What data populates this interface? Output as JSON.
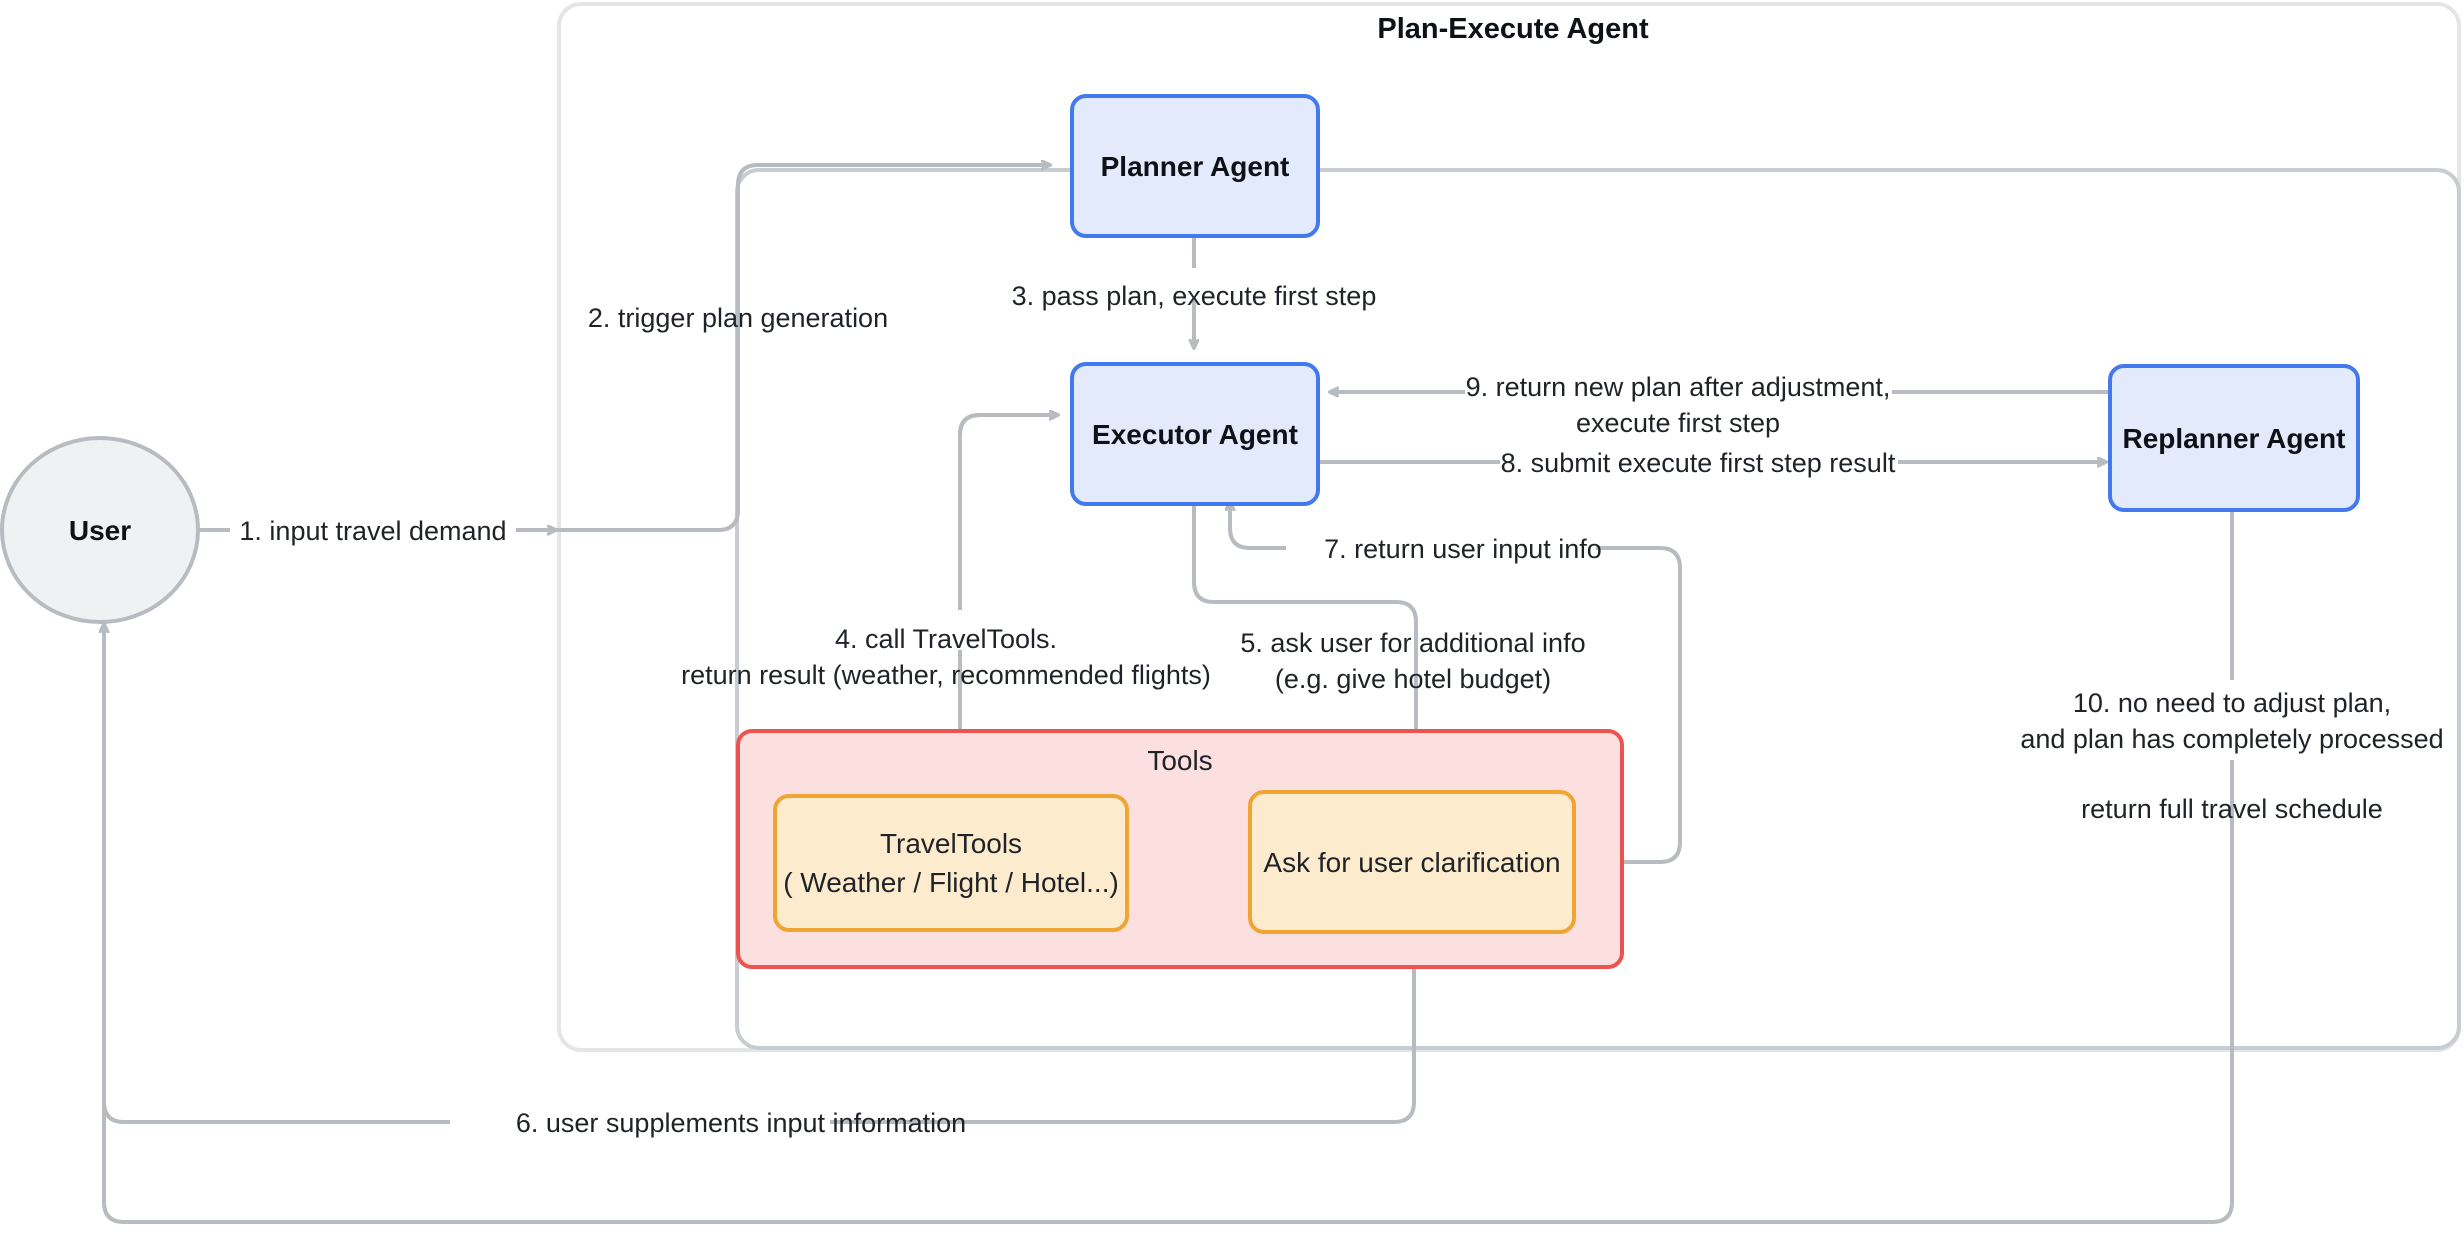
{
  "diagram": {
    "title": "Plan-Execute Agent",
    "containers": {
      "outer_label": "",
      "plan_execute_label": "Plan-Execute Agent",
      "tools_label": "Tools"
    },
    "nodes": {
      "user": {
        "label": "User",
        "shape": "circle",
        "fill": "#f0f1f3",
        "stroke": "#b8bcc0"
      },
      "planner": {
        "label": "Planner Agent",
        "shape": "rounded-rect",
        "fill": "#e2eafc",
        "stroke": "#4379ee"
      },
      "executor": {
        "label": "Executor Agent",
        "shape": "rounded-rect",
        "fill": "#e2eafc",
        "stroke": "#4379ee"
      },
      "replanner": {
        "label": "Replanner Agent",
        "shape": "rounded-rect",
        "fill": "#e2eafc",
        "stroke": "#4379ee"
      },
      "travel_tools": {
        "label_line1": "TravelTools",
        "label_line2": "( Weather / Flight / Hotel...)",
        "shape": "rounded-rect",
        "fill": "#fdebcd",
        "stroke": "#f0a431"
      },
      "ask_clarification": {
        "label": "Ask for user clarification",
        "shape": "rounded-rect",
        "fill": "#fdebcd",
        "stroke": "#f0a431"
      }
    },
    "edges": [
      {
        "id": "e1",
        "label_line1": "1. input travel demand",
        "label_line2": "",
        "from": "user",
        "to": "planner"
      },
      {
        "id": "e2",
        "label_line1": "2. trigger plan generation",
        "label_line2": "",
        "from": "user",
        "to": "planner"
      },
      {
        "id": "e3",
        "label_line1": "3. pass plan, execute first step",
        "label_line2": "",
        "from": "planner",
        "to": "executor"
      },
      {
        "id": "e4",
        "label_line1": "4. call TravelTools.",
        "label_line2": "return result (weather, recommended flights)",
        "from": "executor",
        "to": "travel_tools"
      },
      {
        "id": "e5",
        "label_line1": "5. ask user for additional info",
        "label_line2": "(e.g. give hotel budget)",
        "from": "executor",
        "to": "ask_clarification"
      },
      {
        "id": "e6",
        "label_line1": "6. user supplements input information",
        "label_line2": "",
        "from": "user",
        "to": "ask_clarification"
      },
      {
        "id": "e7",
        "label_line1": "7. return user input info",
        "label_line2": "",
        "from": "ask_clarification",
        "to": "executor"
      },
      {
        "id": "e8",
        "label_line1": "8. submit execute first step result",
        "label_line2": "",
        "from": "executor",
        "to": "replanner"
      },
      {
        "id": "e9",
        "label_line1": "9. return new plan after adjustment,",
        "label_line2": "execute first step",
        "from": "replanner",
        "to": "executor"
      },
      {
        "id": "e10",
        "label_line1": "10. no need to adjust plan,",
        "label_line2": "and plan has completely processed",
        "label_line3": "return full travel schedule",
        "from": "replanner",
        "to": "user"
      }
    ],
    "colors": {
      "agent_fill": "#e2eafc",
      "agent_stroke": "#4379ee",
      "tool_fill": "#fdebcd",
      "tool_stroke": "#f0a431",
      "tools_group_fill": "#fce0e0",
      "tools_group_stroke": "#ef5350",
      "user_fill": "#f0f1f3",
      "user_stroke": "#b8bcc0",
      "line": "#b8bcc0",
      "text": "#1f2328",
      "background": "#ffffff"
    }
  }
}
